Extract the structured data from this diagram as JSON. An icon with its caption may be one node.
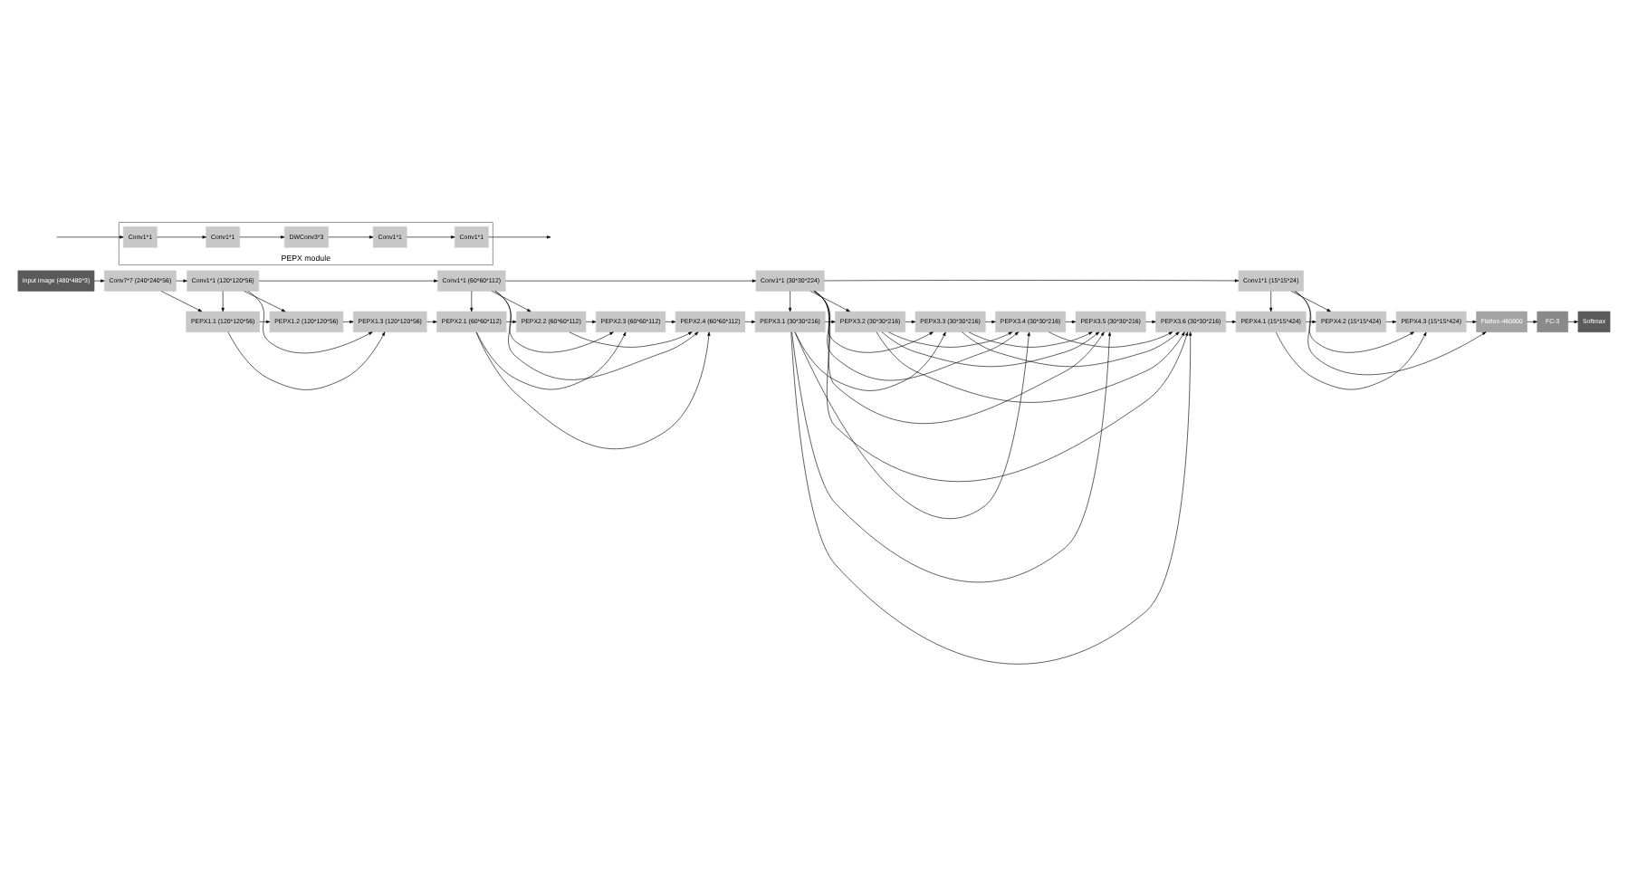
{
  "diagram": {
    "nodes": [
      {
        "text": [
          "Input image (480*480*3)"
        ]
      },
      {
        "text": [
          "Conv7*7 (240*240*56)"
        ]
      },
      {
        "text": [
          "Conv1*1 (120*120*56)"
        ]
      },
      {
        "text": [
          "Conv1*1 (60*60*112)"
        ]
      },
      {
        "text": [
          "Conv1*1 (30*30*224)"
        ]
      },
      {
        "text": [
          "Conv1*1 (15*15*24)"
        ]
      },
      {
        "text": [
          "PEPX1.1 (120*120*56)"
        ]
      },
      {
        "text": [
          "PEPX1.2 (120*120*56)"
        ]
      },
      {
        "text": [
          "PEPX1.3 (120*120*56)"
        ]
      },
      {
        "text": [
          "PEPX2.1 (60*60*112)"
        ]
      },
      {
        "text": [
          "PEPX2.2 (60*60*112)"
        ]
      },
      {
        "text": [
          "PEPX2.3 (60*60*112)"
        ]
      },
      {
        "text": [
          "PEPX2.4 (60*60*112)"
        ]
      },
      {
        "text": [
          "PEPX3.1 (30*30*216)"
        ]
      },
      {
        "text": [
          "PEPX3.2 (30*30*216)"
        ]
      },
      {
        "text": [
          "PEPX3.3 (30*30*216)"
        ]
      },
      {
        "text": [
          "PEPX3.4 (30*30*216)"
        ]
      },
      {
        "text": [
          "PEPX3.5 (30*30*216)"
        ]
      },
      {
        "text": [
          "PEPX3.6 (30*30*216)"
        ]
      },
      {
        "text": [
          "PEPX4.1 (15*15*424)"
        ]
      },
      {
        "text": [
          "PEPX4.2 (15*15*424)"
        ]
      },
      {
        "text": [
          "PEPX4.3 (15*15*424)"
        ]
      },
      {
        "text": [
          "Flatten-460800"
        ]
      },
      {
        "text": [
          "FC-3"
        ]
      },
      {
        "text": [
          "Softmax"
        ]
      },
      {
        "text": [
          "PEPX module"
        ]
      },
      {
        "text": [
          "Conv1*1"
        ],
        "in": 25
      },
      {
        "text": [
          "Conv1*1"
        ],
        "in": 25
      },
      {
        "text": [
          "DWConv3*3"
        ],
        "in": 25
      },
      {
        "text": [
          "Conv1*1"
        ],
        "in": 25
      },
      {
        "text": [
          "Conv1*1"
        ],
        "in": 25
      }
    ],
    "edges": [
      {
        "from": 0,
        "to": 1,
        "arrow": "to"
      },
      {
        "from": 1,
        "to": 6,
        "arrow": "to"
      },
      {
        "from": 6,
        "to": 7,
        "arrow": "to"
      },
      {
        "from": 7,
        "to": 8,
        "arrow": "to"
      },
      {
        "from": 8,
        "to": 9,
        "arrow": "to"
      },
      {
        "from": 9,
        "to": 10,
        "arrow": "to"
      },
      {
        "from": 10,
        "to": 11,
        "arrow": "to"
      },
      {
        "from": 11,
        "to": 12,
        "arrow": "to"
      },
      {
        "from": 12,
        "to": 13,
        "arrow": "to"
      },
      {
        "from": 13,
        "to": 14,
        "arrow": "to"
      },
      {
        "from": 14,
        "to": 15,
        "arrow": "to"
      },
      {
        "from": 15,
        "to": 16,
        "arrow": "to"
      },
      {
        "from": 16,
        "to": 17,
        "arrow": "to"
      },
      {
        "from": 17,
        "to": 18,
        "arrow": "to"
      },
      {
        "from": 18,
        "to": 19,
        "arrow": "to"
      },
      {
        "from": 19,
        "to": 20,
        "arrow": "to"
      },
      {
        "from": 20,
        "to": 21,
        "arrow": "to"
      },
      {
        "from": 21,
        "to": 22,
        "arrow": "to"
      },
      {
        "from": 22,
        "to": 23,
        "arrow": "to"
      },
      {
        "from": 23,
        "to": 24,
        "arrow": "to"
      },
      {
        "from": 1,
        "to": 2,
        "arrow": "to"
      },
      {
        "from": 2,
        "to": 3,
        "arrow": "to"
      },
      {
        "from": 3,
        "to": 4,
        "arrow": "to"
      },
      {
        "from": 4,
        "to": 5,
        "arrow": "to"
      },
      {
        "from": 2,
        "to": 6,
        "arrow": "to"
      },
      {
        "from": 2,
        "to": 7,
        "arrow": "to"
      },
      {
        "from": 2,
        "to": 8,
        "arrow": "to"
      },
      {
        "from": 6,
        "to": 8,
        "arrow": "to"
      },
      {
        "from": 3,
        "to": 9,
        "arrow": "to"
      },
      {
        "from": 3,
        "to": 10,
        "arrow": "to"
      },
      {
        "from": 3,
        "to": 11,
        "arrow": "to"
      },
      {
        "from": 3,
        "to": 12,
        "arrow": "to"
      },
      {
        "from": 9,
        "to": 11,
        "arrow": "to"
      },
      {
        "from": 9,
        "to": 12,
        "arrow": "to"
      },
      {
        "from": 10,
        "to": 12,
        "arrow": "to"
      },
      {
        "from": 4,
        "to": 13,
        "arrow": "to"
      },
      {
        "from": 4,
        "to": 14,
        "arrow": "to"
      },
      {
        "from": 4,
        "to": 15,
        "arrow": "to"
      },
      {
        "from": 4,
        "to": 16,
        "arrow": "to"
      },
      {
        "from": 4,
        "to": 17,
        "arrow": "to"
      },
      {
        "from": 4,
        "to": 18,
        "arrow": "to"
      },
      {
        "from": 13,
        "to": 15,
        "arrow": "to"
      },
      {
        "from": 13,
        "to": 16,
        "arrow": "to"
      },
      {
        "from": 13,
        "to": 17,
        "arrow": "to"
      },
      {
        "from": 13,
        "to": 18,
        "arrow": "to"
      },
      {
        "from": 14,
        "to": 16,
        "arrow": "to"
      },
      {
        "from": 14,
        "to": 17,
        "arrow": "to"
      },
      {
        "from": 14,
        "to": 18,
        "arrow": "to"
      },
      {
        "from": 15,
        "to": 17,
        "arrow": "to"
      },
      {
        "from": 15,
        "to": 18,
        "arrow": "to"
      },
      {
        "from": 16,
        "to": 18,
        "arrow": "to"
      },
      {
        "from": 5,
        "to": 19,
        "arrow": "to"
      },
      {
        "from": 5,
        "to": 20,
        "arrow": "to"
      },
      {
        "from": 5,
        "to": 21,
        "arrow": "to"
      },
      {
        "from": 19,
        "to": 21,
        "arrow": "to"
      },
      {
        "from": 5,
        "to": 22,
        "arrow": "to"
      },
      {
        "from": null,
        "to": 26,
        "arrow": "to"
      },
      {
        "from": 26,
        "to": 27,
        "arrow": "to"
      },
      {
        "from": 27,
        "to": 28,
        "arrow": "to"
      },
      {
        "from": 28,
        "to": 29,
        "arrow": "to"
      },
      {
        "from": 29,
        "to": 30,
        "arrow": "to"
      },
      {
        "from": 30,
        "to": null,
        "arrow": "to"
      }
    ]
  }
}
